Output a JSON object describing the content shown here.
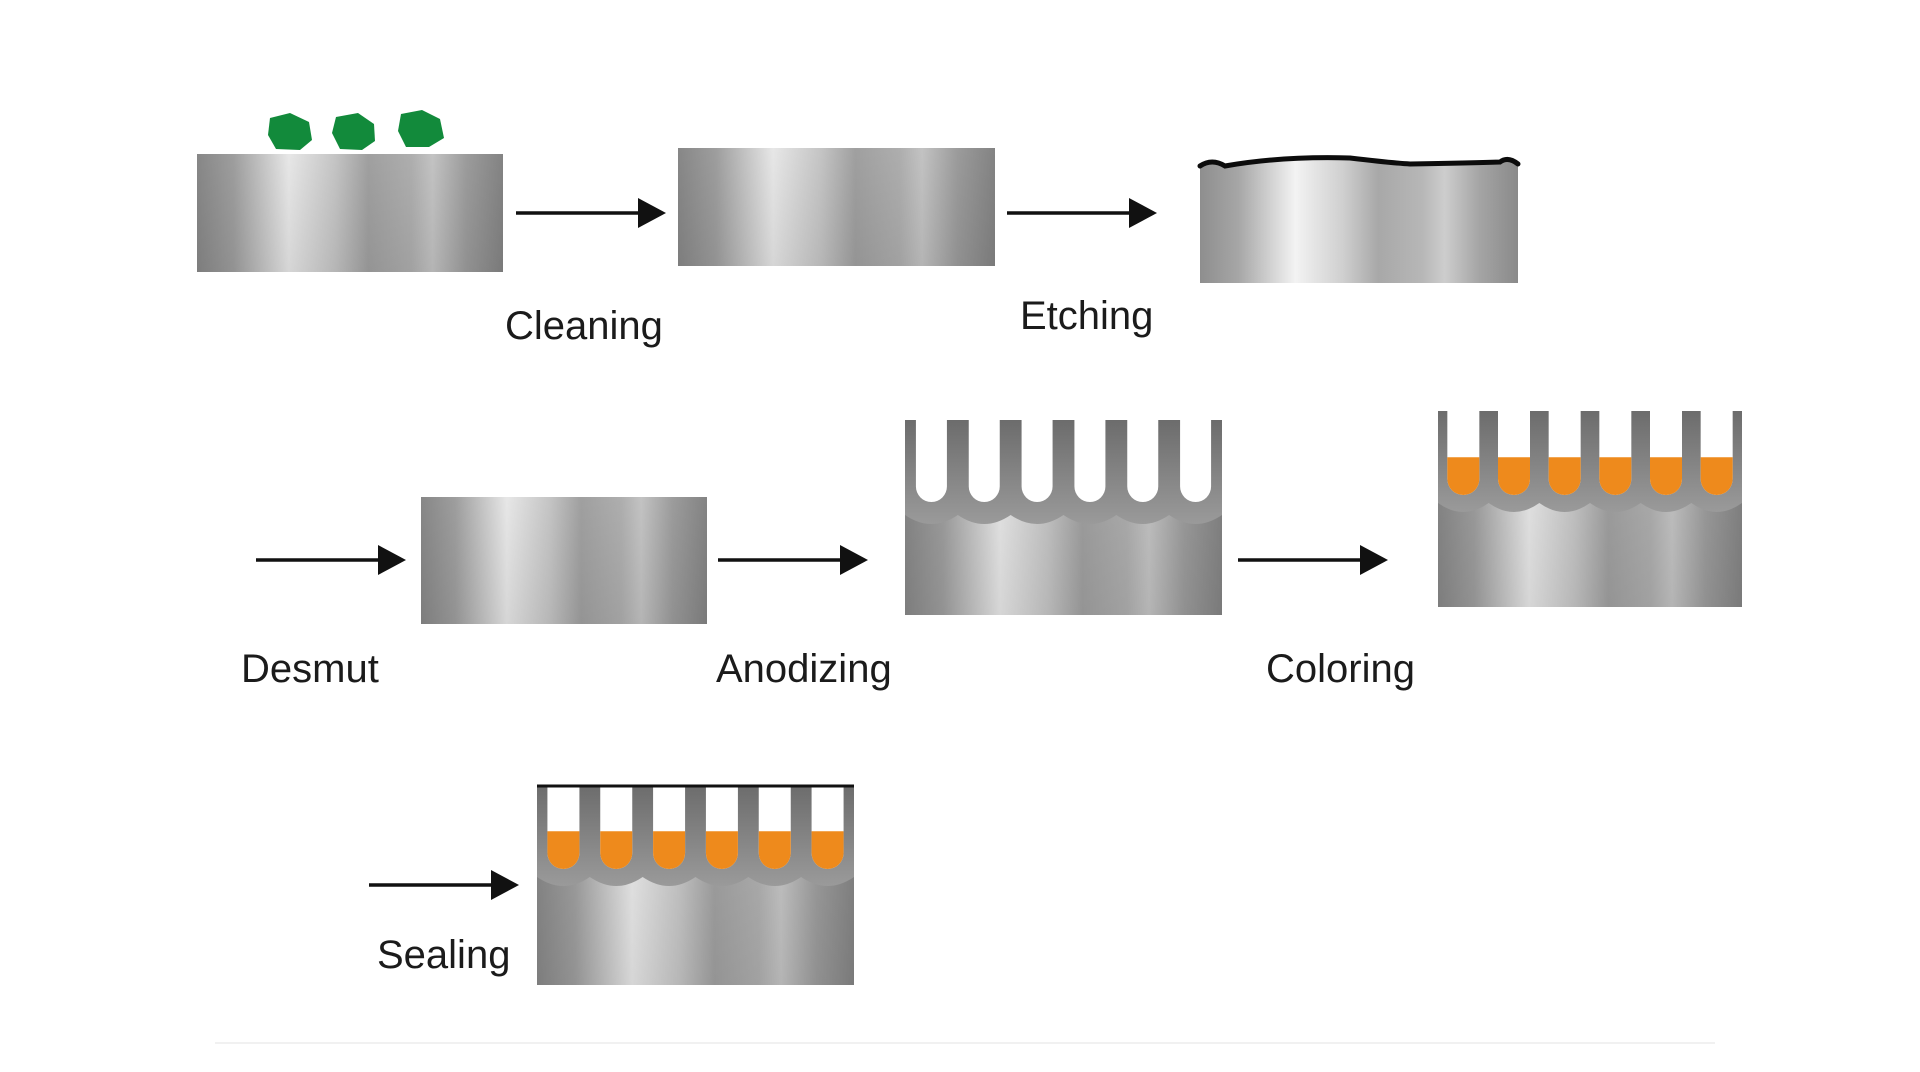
{
  "diagram": {
    "steps": [
      {
        "id": "cleaning",
        "label": "Cleaning"
      },
      {
        "id": "etching",
        "label": "Etching"
      },
      {
        "id": "desmut",
        "label": "Desmut"
      },
      {
        "id": "anodizing",
        "label": "Anodizing"
      },
      {
        "id": "coloring",
        "label": "Coloring"
      },
      {
        "id": "sealing",
        "label": "Sealing"
      }
    ],
    "colors": {
      "contaminant": "#128a3b",
      "dye": "#ee8a1c",
      "metal_dark": "#8e8e8e",
      "metal_light": "#f4f4f4",
      "arrow": "#111111",
      "background": "#ffffff"
    }
  }
}
